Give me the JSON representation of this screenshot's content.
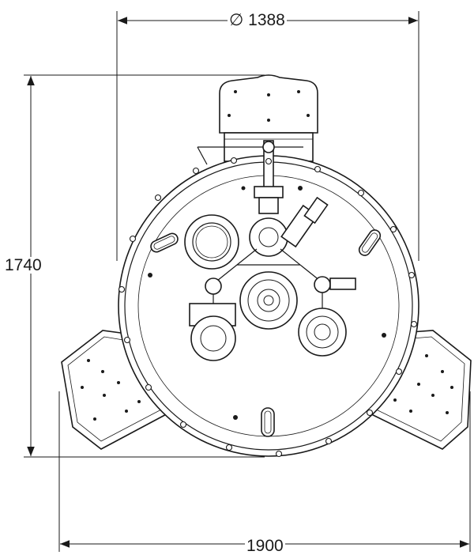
{
  "dimensions": {
    "diameter_symbol": "∅",
    "diameter_value": "1388",
    "height_value": "1740",
    "width_value": "1900"
  },
  "colors": {
    "line": "#1a1a1a",
    "background": "#ffffff"
  }
}
